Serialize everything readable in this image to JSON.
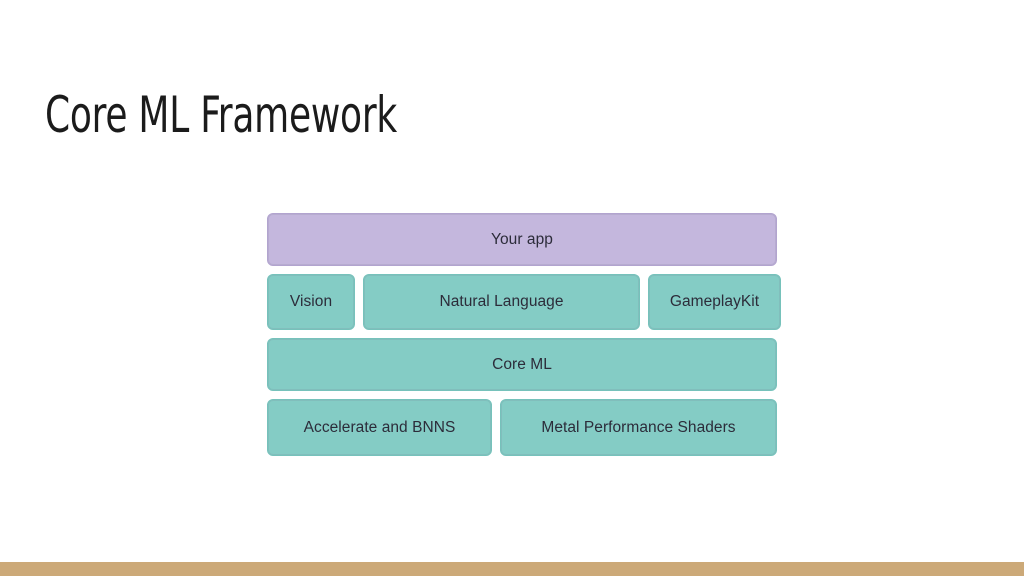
{
  "slide": {
    "title": "Core ML Framework",
    "background_color": "#ffffff",
    "accent_bar_color": "#cca978"
  },
  "diagram": {
    "name": "core-ml-stack",
    "palette": {
      "app_layer": "#c4b7dd",
      "framework_layer": "#84ccc5",
      "text": "#2c2c3a"
    },
    "rows": [
      {
        "id": "app",
        "blocks": [
          {
            "label": "Your app",
            "color": "purple"
          }
        ]
      },
      {
        "id": "frameworks",
        "blocks": [
          {
            "label": "Vision",
            "color": "teal"
          },
          {
            "label": "Natural Language",
            "color": "teal"
          },
          {
            "label": "GameplayKit",
            "color": "teal"
          }
        ]
      },
      {
        "id": "coreml",
        "blocks": [
          {
            "label": "Core ML",
            "color": "teal"
          }
        ]
      },
      {
        "id": "compute",
        "blocks": [
          {
            "label": "Accelerate and BNNS",
            "color": "teal"
          },
          {
            "label": "Metal Performance Shaders",
            "color": "teal"
          }
        ]
      }
    ]
  }
}
